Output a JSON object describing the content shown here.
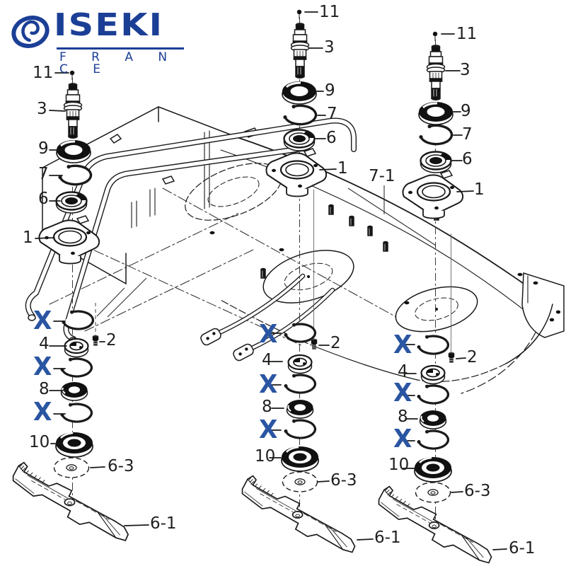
{
  "logo": {
    "brand": "ISEKI",
    "subbrand": "F R A N C E"
  },
  "colors": {
    "logo_blue": "#1c3f96",
    "x_mark": "#2a55a2",
    "line_art": "#1a1a1a"
  },
  "deck": {
    "cover_label": "7-1"
  },
  "assemblies": [
    {
      "position": "left",
      "pin": "11",
      "spindle": "3",
      "seal": "9",
      "snap_ring": "7",
      "bearing_top": "6",
      "housing": "1",
      "x1": "X",
      "bearing_mid": "4",
      "bolt": "2",
      "x2": "X",
      "collar": "8",
      "x3": "X",
      "bearing_bottom": "10",
      "washer": "6-3",
      "blade": "6-1"
    },
    {
      "position": "middle",
      "pin": "11",
      "spindle": "3",
      "seal": "9",
      "snap_ring": "7",
      "bearing_top": "6",
      "housing": "1",
      "x1": "X",
      "bearing_mid": "4",
      "bolt": "2",
      "x2": "X",
      "collar": "8",
      "x3": "X",
      "bearing_bottom": "10",
      "washer": "6-3",
      "blade": "6-1"
    },
    {
      "position": "right",
      "pin": "11",
      "spindle": "3",
      "seal": "9",
      "snap_ring": "7",
      "bearing_top": "6",
      "housing": "1",
      "x1": "X",
      "bearing_mid": "4",
      "bolt": "2",
      "x2": "X",
      "collar": "8",
      "x3": "X",
      "bearing_bottom": "10",
      "washer": "6-3",
      "blade": "6-1"
    }
  ]
}
